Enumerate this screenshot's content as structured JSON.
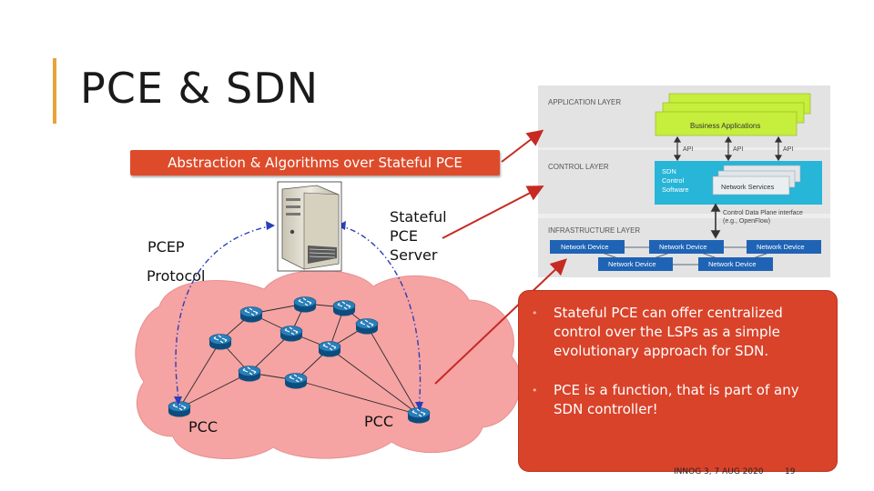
{
  "slide": {
    "title": "PCE & SDN",
    "abstraction_banner": "Abstraction & Algorithms over Stateful PCE",
    "stateful_pce_server_lines": [
      "Stateful",
      "PCE",
      "Server"
    ],
    "pcep_label": "PCEP",
    "protocol_label": "Protocol",
    "pcc_left": "PCC",
    "pcc_right": "PCC",
    "bullets": [
      "Stateful PCE can offer centralized control over the LSPs as a simple evolutionary approach for SDN.",
      "PCE is a function, that is part of any SDN controller!"
    ],
    "bullet_marker": "•",
    "footer": "INNOG 3, 7 AUG 2020",
    "page_number": "19"
  },
  "sdn_diagram": {
    "application_layer": "APPLICATION LAYER",
    "business_apps": "Business Applications",
    "api_labels": [
      "API",
      "API",
      "API"
    ],
    "control_layer": "CONTROL LAYER",
    "sdn_control_software_lines": [
      "SDN",
      "Control",
      "Software"
    ],
    "network_services": "Network Services",
    "control_data_plane_lines": [
      "Control Data Plane interface",
      "(e.g., OpenFlow)"
    ],
    "infrastructure_layer": "INFRASTRUCTURE LAYER",
    "network_devices_row1": [
      "Network Device",
      "Network Device",
      "Network Device"
    ],
    "network_devices_row2": [
      "Network Device",
      "Network Device"
    ]
  },
  "colors": {
    "accent_bar": "#e8a33a",
    "banner_red": "#de4b2b",
    "bullet_box": "#d9432a",
    "cloud_pink": "#f5a3a3",
    "sdn_cyan": "#27b5d8",
    "sdn_blue": "#1f63b5",
    "sdn_green": "#c6ee3c",
    "arrow_red": "#c62a22"
  },
  "icons": {
    "router": "router-icon",
    "server": "server-icon"
  }
}
